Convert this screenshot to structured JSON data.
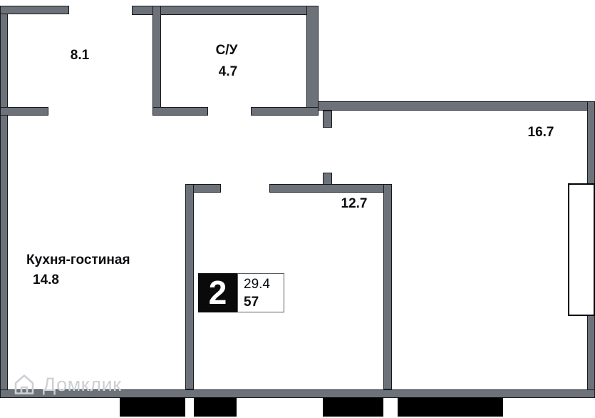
{
  "floorplan": {
    "rooms": [
      {
        "area": "8.1"
      },
      {
        "name": "С/У",
        "area": "4.7"
      },
      {
        "area": "16.7"
      },
      {
        "area": "12.7"
      },
      {
        "name": "Кухня-гостиная",
        "area": "14.8"
      }
    ],
    "badge": {
      "room_count": "2",
      "living_area": "29.4",
      "total_area": "57"
    },
    "watermark": {
      "brand": "Домклик",
      "icon": "house-icon"
    },
    "colors": {
      "wall_fill": "#6d727a",
      "wall_outline": "#16191d",
      "window_bar": "#000000",
      "label_text": "#0b0d10",
      "badge_bg": "#0a0a0a",
      "badge_text": "#ffffff",
      "watermark": "#cdd0d5"
    }
  }
}
